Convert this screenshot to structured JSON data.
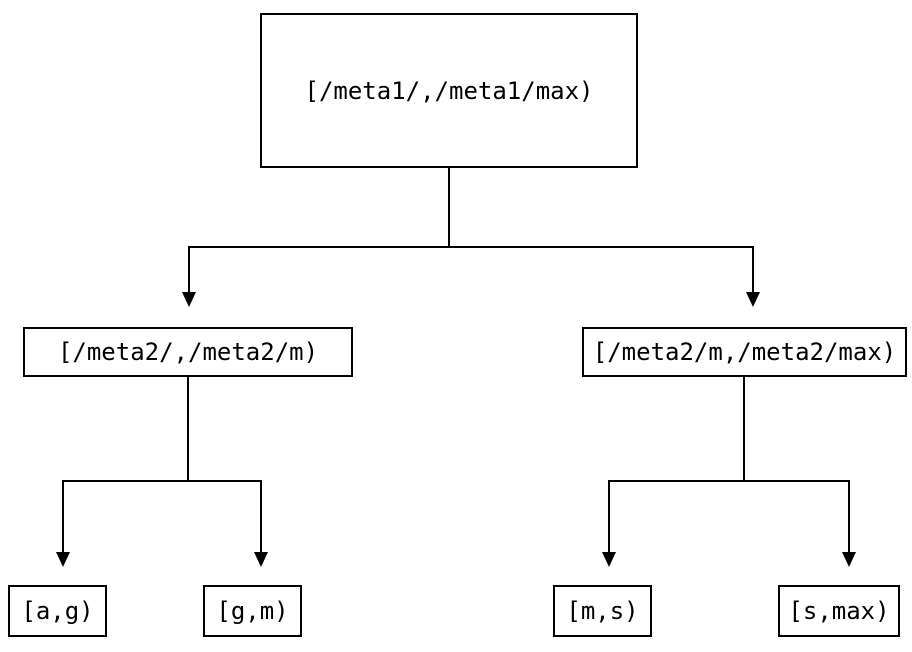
{
  "diagram": {
    "type": "tree",
    "colors": {
      "background": "#ffffff",
      "line": "#000000",
      "text": "#000000"
    },
    "nodes": {
      "root": {
        "label": "[/meta1/,/meta1/max)"
      },
      "l2_left": {
        "label": "[/meta2/,/meta2/m)"
      },
      "l2_right": {
        "label": "[/meta2/m,/meta2/max)"
      },
      "leaf_ag": {
        "label": "[a,g)"
      },
      "leaf_gm": {
        "label": "[g,m)"
      },
      "leaf_ms": {
        "label": "[m,s)"
      },
      "leaf_smax": {
        "label": "[s,max)"
      }
    },
    "edges": [
      {
        "from": "root",
        "to": "l2_left"
      },
      {
        "from": "root",
        "to": "l2_right"
      },
      {
        "from": "l2_left",
        "to": "leaf_ag"
      },
      {
        "from": "l2_left",
        "to": "leaf_gm"
      },
      {
        "from": "l2_right",
        "to": "leaf_ms"
      },
      {
        "from": "l2_right",
        "to": "leaf_smax"
      }
    ]
  }
}
